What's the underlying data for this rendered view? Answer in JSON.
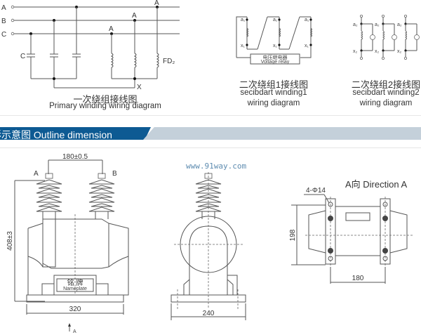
{
  "primary_diagram": {
    "phase_labels": [
      "A",
      "B",
      "C"
    ],
    "capacitor_label": "C",
    "terminal_labels": [
      "A",
      "A",
      "A"
    ],
    "arrester_label": "FD₂",
    "neutral_label": "X",
    "caption_cn": "一次绕组接线图",
    "caption_en": "Primary winding wiring diagram"
  },
  "secondary1_diagram": {
    "top_labels": [
      "a₁",
      "a₁",
      "a₁"
    ],
    "bottom_labels": [
      "x₁",
      "x₁",
      "x₁"
    ],
    "relay_cn": "电压继电器",
    "relay_en": "Voltage relay",
    "caption_cn": "二次绕组1接线图",
    "caption_en_1": "secibdart winding1",
    "caption_en_2": "wiring diagram"
  },
  "secondary2_diagram": {
    "top_labels": [
      "a₂",
      "a₂",
      "a₂"
    ],
    "bottom_labels": [
      "x₂",
      "x₂",
      "x₂"
    ],
    "caption_cn": "二次绕组2接线图",
    "caption_en_1": "secibdart winding2",
    "caption_en_2": "wiring diagram"
  },
  "section_banner": {
    "title": "形示意图 Outline dimension",
    "colors": {
      "primary": "#0d5a93",
      "secondary": "#c4d0da"
    }
  },
  "watermark": "www.91way.com",
  "front_view": {
    "terminal_left": "A",
    "terminal_right": "B",
    "dim_top": "180±0.5",
    "dim_height": "408±3",
    "dim_width": "320",
    "nameplate_cn": "铭  牌",
    "nameplate_en": "Nameplate",
    "direction_marker": "A"
  },
  "side_view": {
    "dim_width": "240"
  },
  "top_view": {
    "title": "A向 Direction A",
    "hole_label": "4-Φ14",
    "dim_height": "198",
    "dim_width": "180"
  }
}
